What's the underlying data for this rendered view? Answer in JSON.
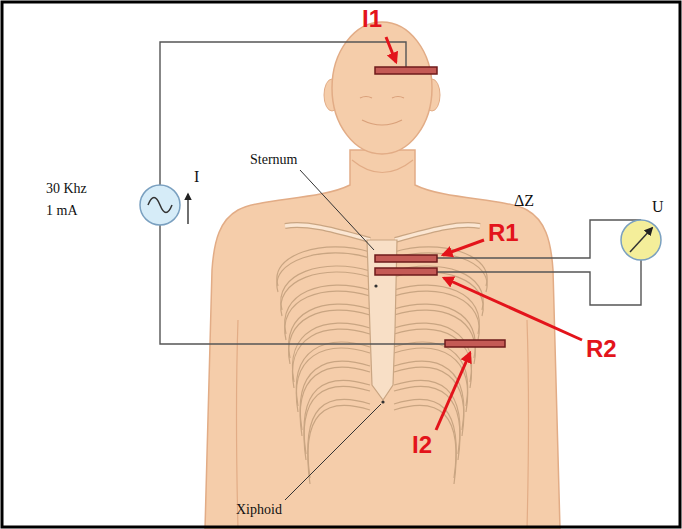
{
  "diagram": {
    "labels": [
      "I1",
      "R1",
      "R2",
      "I2",
      "I",
      "30 Khz",
      "1 mA",
      "ΔZ",
      "U",
      "Sternum",
      "Xiphoid"
    ]
  }
}
